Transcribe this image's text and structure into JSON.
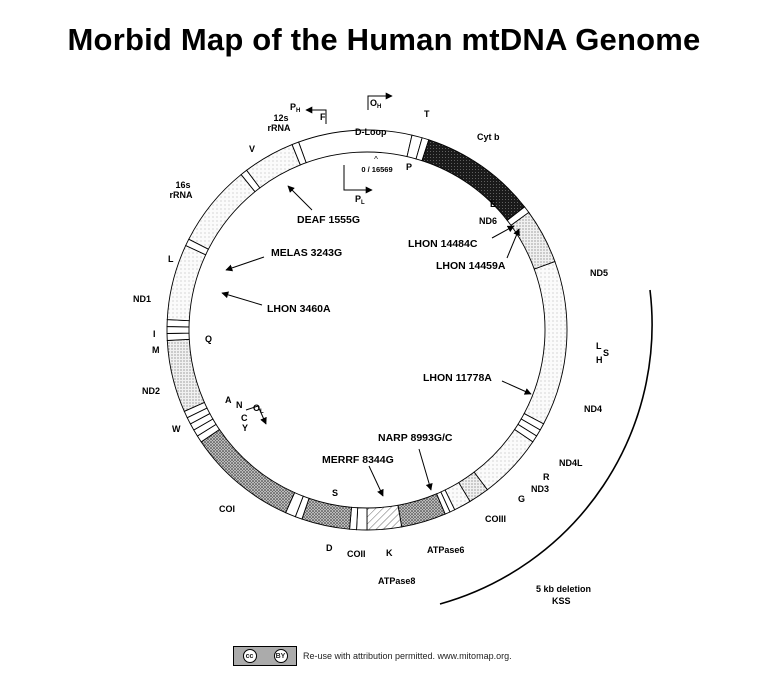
{
  "title": "Morbid Map of the Human mtDNA Genome",
  "origin_label": "0 / 16569",
  "promoters": {
    "oh": "O",
    "oh_sub": "H",
    "ph": "P",
    "ph_sub": "H",
    "pl": "P",
    "pl_sub": "L",
    "ol": "O",
    "ol_sub": "L"
  },
  "regions": {
    "dloop": "D-Loop",
    "cytb": "Cyt b",
    "rrna12": [
      "12s",
      "rRNA"
    ],
    "rrna16": [
      "16s",
      "rRNA"
    ],
    "nd1": "ND1",
    "nd2": "ND2",
    "co1": "COI",
    "co2": "COII",
    "atp8": "ATPase8",
    "atp6": "ATPase6",
    "co3": "COIII",
    "nd3": "ND3",
    "nd4l": "ND4L",
    "nd4": "ND4",
    "nd5": "ND5",
    "nd6": "ND6"
  },
  "trna": {
    "T": "T",
    "P": "P",
    "F": "F",
    "V": "V",
    "L1": "L",
    "I": "I",
    "M": "M",
    "Q": "Q",
    "W": "W",
    "A": "A",
    "N": "N",
    "C": "C",
    "Y": "Y",
    "S1": "S",
    "D": "D",
    "K": "K",
    "G": "G",
    "R": "R",
    "H": "H",
    "S2": "S",
    "L2": "L",
    "E": "E"
  },
  "mutations": {
    "deaf": "DEAF 1555G",
    "melas": "MELAS 3243G",
    "lhon3460": "LHON 3460A",
    "lhon14484": "LHON 14484C",
    "lhon14459": "LHON 14459A",
    "lhon11778": "LHON 11778A",
    "narp": "NARP 8993G/C",
    "merrf": "MERRF 8344G"
  },
  "deletion": [
    "5 kb  deletion",
    "KSS"
  ],
  "footer": {
    "cc": "cc",
    "by": "BY",
    "text": "Re-use with attribution permitted. www.mitomap.org."
  }
}
